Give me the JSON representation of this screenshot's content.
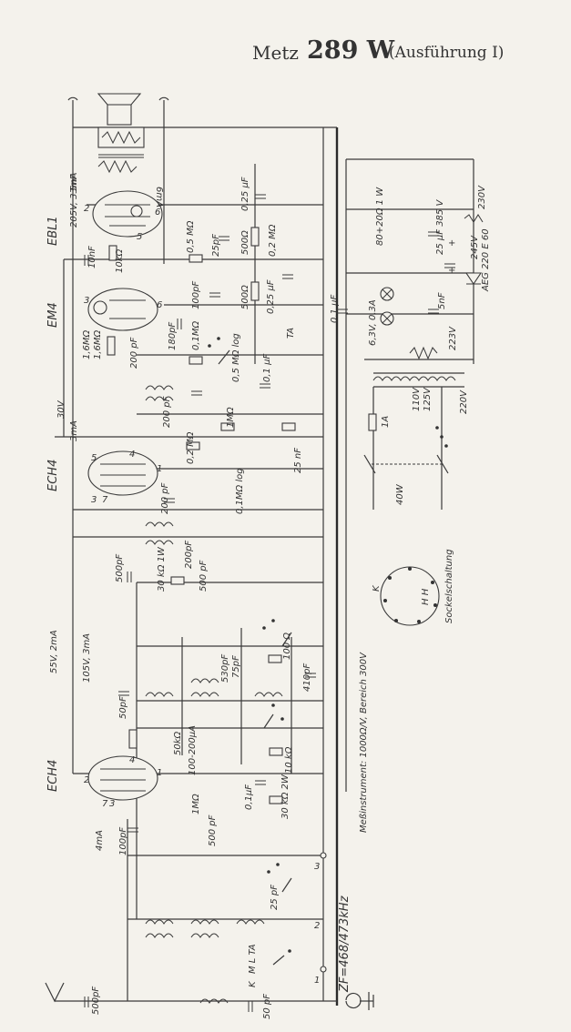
{
  "header": {
    "brand": "Metz",
    "model": "289 W",
    "variant": "(Ausführung I)"
  },
  "tubes": {
    "ebl1": "EBL1",
    "em4": "EM4",
    "ech4_top": "ECH4",
    "ech4_bottom": "ECH4"
  },
  "labels": {
    "ebl1_supply": "205V, 33mA",
    "ebl1_cap": "5nF",
    "ebl1_pin": "6mA",
    "em4_r1": "1,6MΩ",
    "em4_r2": "1,6MΩ",
    "v30": "30V",
    "ma3": "3mA",
    "ech4b_supply": "55V, 2mA",
    "ech4b_anode": "105V, 3mA",
    "ma4": "4mA",
    "c10nf": "10nF",
    "r10k": "10kΩ",
    "r05": "0,5 MΩ",
    "c25pf": "25pF",
    "r500a": "500Ω",
    "r02": "0,2 MΩ",
    "c025": "0,25 µF",
    "c100pf": "100pF",
    "r01m": "0,1MΩ",
    "r500b": "500Ω",
    "c025b": "0,25 µF",
    "c01uf": "0,1 µF",
    "ta": "TA",
    "pot05": "0,5 MΩ log",
    "c1_200": "0,1 µF",
    "r1m": "1MΩ",
    "c200a": "200 pF",
    "c200b": "200 pF",
    "c180": "180pF",
    "r02m": "0,2 MΩ",
    "c25nf": "25 nF",
    "pot01": "0,1MΩ log",
    "c200c": "200 pF",
    "c200d": "200pF",
    "c500a": "500pF",
    "r30k": "30 kΩ 1W",
    "c500b": "500 pF",
    "c530": "530pF",
    "c75": "75pF",
    "r100": "100 Ω",
    "c410": "410pF",
    "c50": "50pF",
    "r50k": "50kΩ",
    "meter": "100-200µA",
    "r10kb": "10 kΩ",
    "c01b": "0,1µF",
    "r1mb": "1MΩ",
    "r30w": "30 kΩ 2W",
    "c100b": "100pF",
    "c500c": "500 pF",
    "c25b": "25 pF",
    "ml": "M L TA",
    "k": "K",
    "c500d": "500pF",
    "c50b": "50 pF",
    "c5nf": "5nF",
    "c25uf": "25 µF 385 V",
    "r80": "80+20Ω 1 W",
    "v230": "230V",
    "v245": "245V",
    "aeg": "AEG 220 E 60",
    "lamps": "6,3V, 0,3A",
    "v223": "223V",
    "v110": "110V",
    "v125": "125V",
    "v220": "220V",
    "fuse": "1A",
    "w40": "40W",
    "meter_note": "Meßinstrument: 1000Ω/V, Bereich 300V",
    "zf": "ZF=468/473kHz",
    "socket": "Sockelschaltung",
    "socket_k": "K",
    "socket_h": "H H",
    "pin1": "1",
    "pin2": "2",
    "pin3": "3",
    "pin4": "4",
    "pin5": "5",
    "pin6": "6",
    "pin7": "7",
    "p3": "3",
    "p1": "1",
    "p2": "2",
    "pp": "+",
    "pp2": "+"
  }
}
